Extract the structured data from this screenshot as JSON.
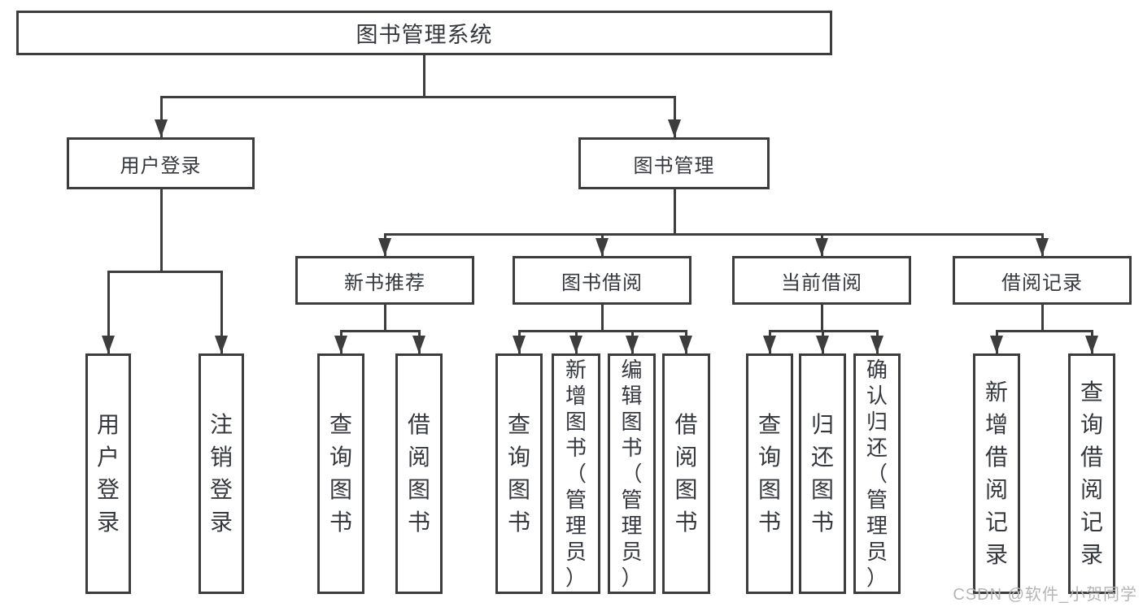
{
  "diagram": {
    "title": "图书管理系统",
    "colors": {
      "line": "#3d3d3d",
      "box_border": "#3d3d3d",
      "text": "#35383c",
      "watermark": "#b5b5b5",
      "background": "#ffffff"
    },
    "nodes": {
      "root": "图书管理系统",
      "user_login": "用户登录",
      "book_mgmt": "图书管理",
      "login_leaf": "用户登录",
      "logout_leaf": "注销登录",
      "new_book_rec": "新书推荐",
      "book_borrow": "图书借阅",
      "current_borrow": "当前借阅",
      "borrow_record": "借阅记录",
      "nbr_query": "查询图书",
      "nbr_borrow": "借阅图书",
      "bb_query": "查询图书",
      "bb_add": "新增图书（管理员）",
      "bb_edit": "编辑图书（管理员）",
      "bb_borrow": "借阅图书",
      "cb_query": "查询图书",
      "cb_return": "归还图书",
      "cb_confirm": "确认归还（管理员）",
      "br_add": "新增借阅记录",
      "br_query": "查询借阅记录"
    },
    "watermark": "CSDN @软件_小贺同学"
  }
}
